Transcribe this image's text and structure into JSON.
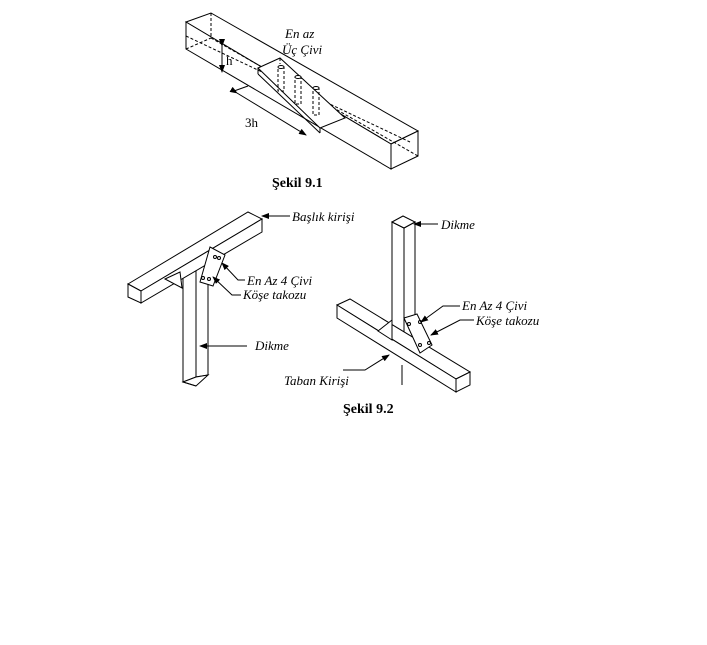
{
  "figure_1": {
    "caption": "Şekil 9.1",
    "labels": {
      "nails_line1": "En az",
      "nails_line2": "Üç Çivi",
      "height": "h",
      "length": "3h"
    }
  },
  "figure_2": {
    "caption": "Şekil 9.2",
    "left": {
      "header_beam": "Başlık kirişi",
      "nails": "En Az 4 Çivi",
      "gusset": "Köşe takozu",
      "post": "Dikme"
    },
    "right": {
      "post": "Dikme",
      "nails": "En Az 4 Çivi",
      "gusset": "Köşe takozu",
      "base_beam": "Taban Kirişi"
    }
  }
}
